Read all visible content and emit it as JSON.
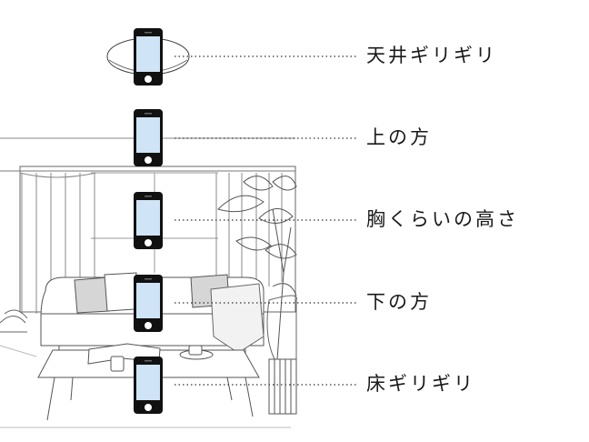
{
  "labels": {
    "ceiling": "天井ギリギリ",
    "upper": "上の方",
    "chest": "胸くらいの高さ",
    "lower": "下の方",
    "floor": "床ギリギリ"
  },
  "colors": {
    "screen": "#cfe4f6",
    "phone_body": "#111111",
    "line": "#333333"
  }
}
